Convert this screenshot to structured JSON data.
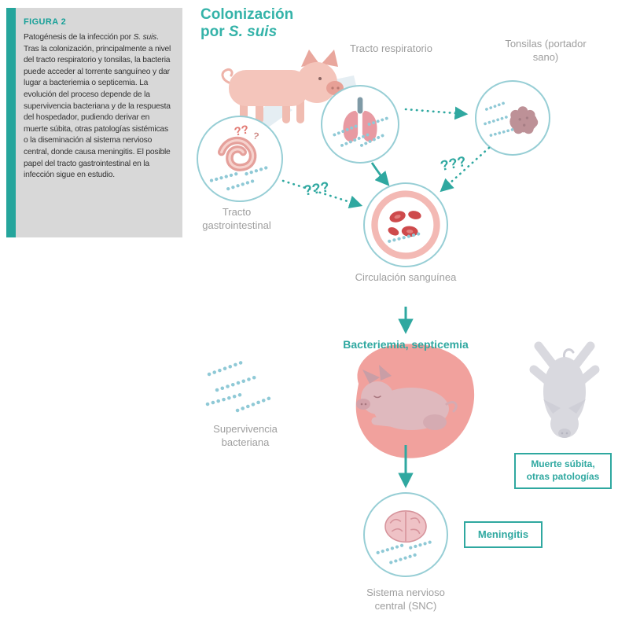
{
  "figure_box": {
    "title": "FIGURA 2",
    "body_segments": [
      "Patogénesis de la infección por ",
      "S. suis",
      ". Tras la colonización, principalmente a nivel del tracto respiratorio y tonsilas, la bacteria puede acceder al torrente sanguíneo y dar lugar a bacteriemia o septicemia. La evolución del proceso depende de la supervivencia bacteriana y de la respuesta del hospedador, pudiendo derivar en muerte súbita, otras patologías sistémicas o la diseminación al sistema nervioso central, donde causa meningitis. El posible papel del tracto gastrointestinal en la infección sigue en estudio."
    ]
  },
  "main_title": {
    "line1": "Colonización",
    "line2_prefix": "por ",
    "line2_italic": "S. suis"
  },
  "nodes": {
    "respiratory": {
      "label": "Tracto respiratorio"
    },
    "tonsils": {
      "label": "Tonsilas (portador sano)"
    },
    "gastrointestinal": {
      "label": "Tracto gastrointestinal"
    },
    "circulation": {
      "label": "Circulación sanguínea"
    },
    "bacteremia": {
      "label": "Bacteriemia, septicemia"
    },
    "survival": {
      "label": "Supervivencia bacteriana"
    },
    "cns": {
      "label": "Sistema nervioso central (SNC)"
    }
  },
  "outcome_boxes": {
    "sudden_death": {
      "label": "Muerte súbita, otras patologías"
    },
    "meningitis": {
      "label": "Meningitis"
    }
  },
  "annotations": {
    "question_marks_triple_1": "???",
    "question_marks_triple_2": "???",
    "question_marks_double": "??",
    "question_mark_single": "?"
  },
  "colors": {
    "teal": "#2fa8a0",
    "circle_border": "#97ced5",
    "bacteria_blue": "#8fc9d6",
    "blob_pink": "#f1a19d",
    "pig_pink": "#f4c5bb",
    "red_blood_cell": "#ce4a4c",
    "label_gray": "#9e9e9e",
    "panel_gray": "#d8d8d8"
  }
}
